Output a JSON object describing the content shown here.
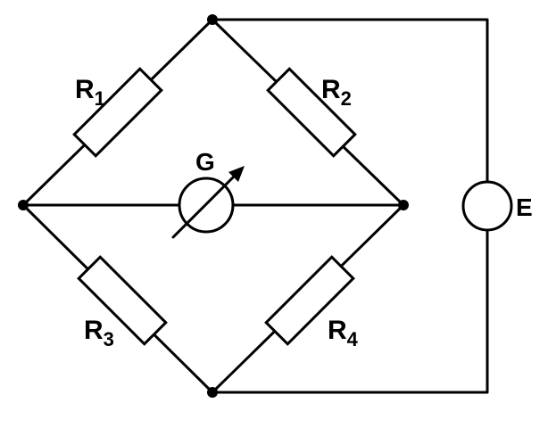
{
  "diagram": {
    "resistors": [
      {
        "id": "r1",
        "letter": "R",
        "index": "1"
      },
      {
        "id": "r2",
        "letter": "R",
        "index": "2"
      },
      {
        "id": "r3",
        "letter": "R",
        "index": "3"
      },
      {
        "id": "r4",
        "letter": "R",
        "index": "4"
      }
    ],
    "galvanometer": {
      "label": "G"
    },
    "source": {
      "label": "E"
    },
    "colors": {
      "line": "#000000",
      "background": "#ffffff"
    }
  }
}
